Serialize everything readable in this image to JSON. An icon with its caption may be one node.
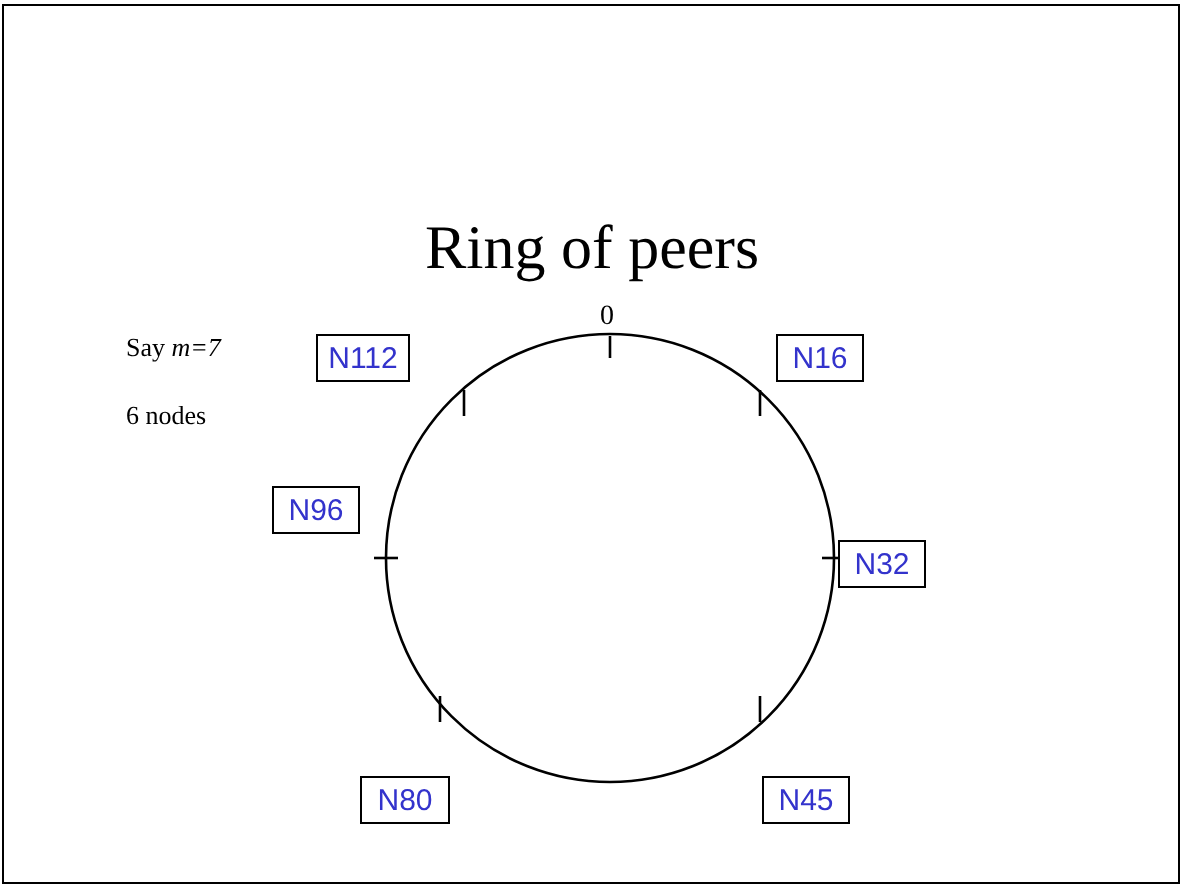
{
  "diagram": {
    "title": "Ring of peers",
    "nodes": [
      {
        "text": [
          "N112"
        ]
      },
      {
        "text": [
          "N16"
        ]
      },
      {
        "text": [
          "N96"
        ]
      },
      {
        "text": [
          "N32"
        ]
      },
      {
        "text": [
          "N80"
        ]
      },
      {
        "text": [
          "N45"
        ]
      }
    ],
    "labels": [
      "Say *m=7*",
      "0",
      "6 nodes"
    ]
  }
}
